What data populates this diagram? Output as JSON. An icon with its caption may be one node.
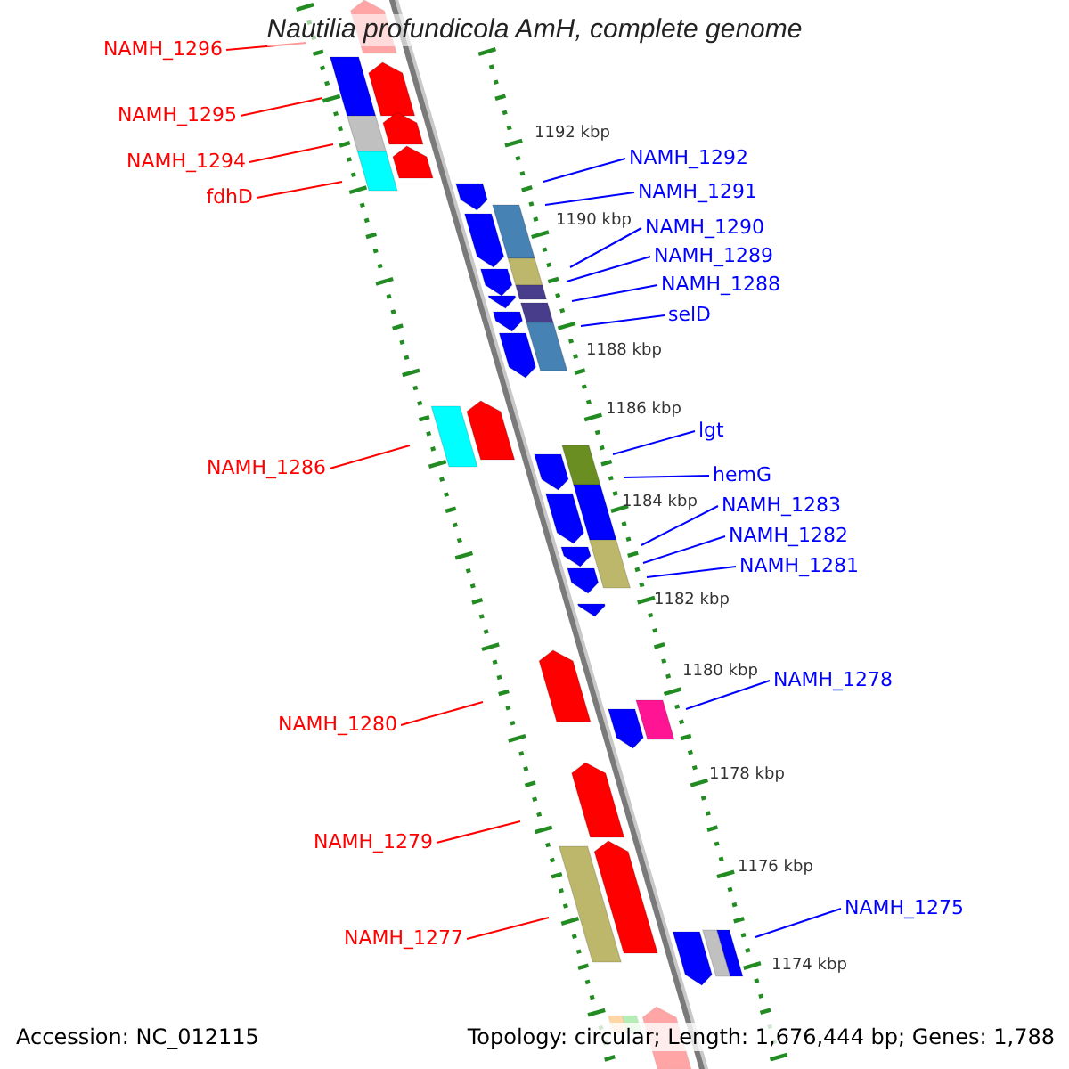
{
  "diagram": {
    "title": "Nautilia profundicola AmH, complete genome",
    "nodes": [
      {
        "text": [
          "NAMH_1296"
        ]
      },
      {
        "text": [
          "NAMH_1295"
        ]
      },
      {
        "text": [
          "NAMH_1292"
        ]
      },
      {
        "text": [
          "NAMH_1294"
        ]
      },
      {
        "text": [
          "NAMH_1291"
        ]
      },
      {
        "text": [
          "fdhD"
        ]
      },
      {
        "text": [
          "NAMH_1290"
        ]
      },
      {
        "text": [
          "NAMH_1289"
        ]
      },
      {
        "text": [
          "NAMH_1288"
        ]
      },
      {
        "text": [
          "selD"
        ]
      },
      {
        "text": [
          "lgt"
        ]
      },
      {
        "text": [
          "NAMH_1286"
        ]
      },
      {
        "text": [
          "hemG"
        ]
      },
      {
        "text": [
          "NAMH_1283"
        ]
      },
      {
        "text": [
          "NAMH_1282"
        ]
      },
      {
        "text": [
          "NAMH_1281"
        ]
      },
      {
        "text": [
          "NAMH_1278"
        ]
      },
      {
        "text": [
          "NAMH_1280"
        ]
      },
      {
        "text": [
          "NAMH_1279"
        ]
      },
      {
        "text": [
          "NAMH_1275"
        ]
      },
      {
        "text": [
          "NAMH_1277"
        ]
      }
    ],
    "edges": [
      {
        "from": 0,
        "to": null,
        "arrow": "none",
        "color": "#ff0000"
      },
      {
        "from": 1,
        "to": null,
        "arrow": "none",
        "color": "#ff0000"
      },
      {
        "from": 2,
        "to": null,
        "arrow": "none"
      },
      {
        "from": 3,
        "to": null,
        "arrow": "none",
        "color": "#ff0000"
      },
      {
        "from": 4,
        "to": null,
        "arrow": "none"
      },
      {
        "from": 5,
        "to": null,
        "arrow": "none",
        "color": "#ff0000"
      },
      {
        "from": 6,
        "to": null,
        "arrow": "none"
      },
      {
        "from": 7,
        "to": null,
        "arrow": "none"
      },
      {
        "from": 8,
        "to": null,
        "arrow": "none"
      },
      {
        "from": 9,
        "to": null,
        "arrow": "none"
      },
      {
        "from": 10,
        "to": null,
        "arrow": "none"
      },
      {
        "from": 11,
        "to": null,
        "arrow": "none",
        "color": "#ff0000"
      },
      {
        "from": 12,
        "to": null,
        "arrow": "none"
      },
      {
        "from": 13,
        "to": null,
        "arrow": "none"
      },
      {
        "from": 14,
        "to": null,
        "arrow": "none"
      },
      {
        "from": 15,
        "to": null,
        "arrow": "none"
      },
      {
        "from": 16,
        "to": null,
        "arrow": "none"
      },
      {
        "from": 17,
        "to": null,
        "arrow": "none",
        "color": "#ff0000"
      },
      {
        "from": 18,
        "to": null,
        "arrow": "none",
        "color": "#ff0000"
      },
      {
        "from": 19,
        "to": null,
        "arrow": "none"
      },
      {
        "from": 20,
        "to": null,
        "arrow": "none",
        "color": "#ff0000"
      }
    ],
    "labels": [
      "1192 kbp",
      "1190 kbp",
      "1188 kbp",
      "1186 kbp",
      "1184 kbp",
      "1182 kbp",
      "1180 kbp",
      "1178 kbp",
      "1176 kbp",
      "1174 kbp",
      "Accession: NC_012115",
      "Topology: circular; Length: 1,676,444 bp; Genes: 1,788"
    ]
  }
}
